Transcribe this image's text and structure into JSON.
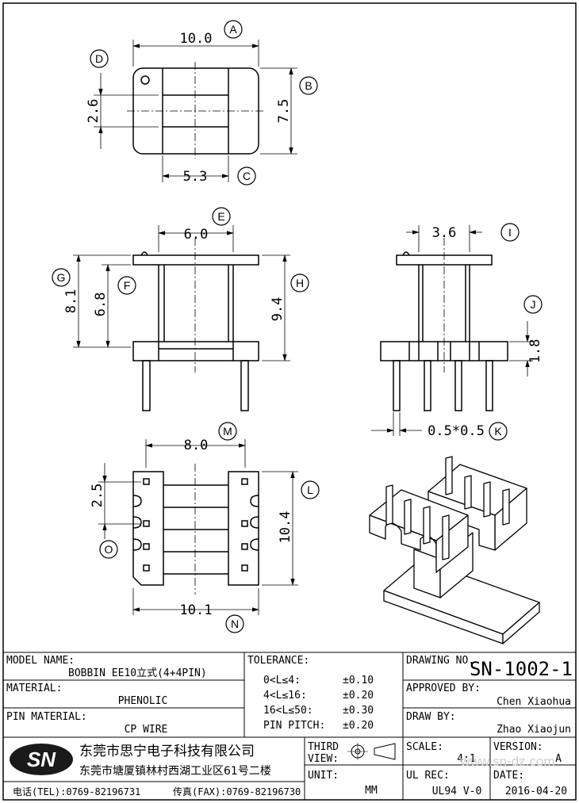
{
  "dimensions": {
    "top_width": "10.0",
    "top_height": "7.5",
    "top_slot": "2.6",
    "top_core": "5.3",
    "front_width": "6.0",
    "front_total": "8.1",
    "front_inner": "6.8",
    "front_height": "9.4",
    "side_width": "3.6",
    "side_flange": "1.8",
    "pin_size": "0.5*0.5",
    "bottom_inner": "8.0",
    "bottom_pitch": "2.5",
    "bottom_length": "10.4",
    "bottom_width": "10.1"
  },
  "markers": [
    "A",
    "B",
    "C",
    "D",
    "E",
    "F",
    "G",
    "H",
    "I",
    "J",
    "K",
    "L",
    "M",
    "N",
    "O"
  ],
  "title_block": {
    "model_name_label": "MODEL NAME:",
    "model_name_value": "BOBBIN EE10立式(4+4PIN)",
    "material_label": "MATERIAL:",
    "material_value": "PHENOLIC",
    "pin_material_label": "PIN MATERIAL:",
    "pin_material_value": "CP WIRE",
    "tolerance_label": "TOLERANCE:",
    "tolerances": [
      {
        "range": "0<L≤4:",
        "value": "±0.10"
      },
      {
        "range": "4<L≤16:",
        "value": "±0.20"
      },
      {
        "range": "16<L≤50:",
        "value": "±0.30"
      },
      {
        "range": "PIN PITCH:",
        "value": "±0.20"
      }
    ],
    "drawing_no_label": "DRAWING NO.",
    "drawing_no_value": "SN-1002-1",
    "approved_by_label": "APPROVED BY:",
    "approved_by_value": "Chen Xiaohua",
    "draw_by_label": "DRAW BY:",
    "draw_by_value": "Zhao Xiaojun",
    "third_view_label_1": "THIRD",
    "third_view_label_2": "VIEW:",
    "unit_label": "UNIT:",
    "unit_value": "MM",
    "scale_label": "SCALE:",
    "scale_value": "4:1",
    "version_label": "VERSION:",
    "version_value": "A",
    "ul_rec_label": "UL REC:",
    "ul_rec_value": "UL94 V-0",
    "date_label": "DATE:",
    "date_value": "2016-04-20",
    "logo_text": "SN",
    "company_name": "东莞市思宁电子科技有限公司",
    "company_address": "东莞市塘厦镇林村西湖工业区61号二楼",
    "tel": "电话(TEL):0769-82196731",
    "fax": "传真(FAX):0769-82196730",
    "watermark": "www.sn-dz.com"
  }
}
